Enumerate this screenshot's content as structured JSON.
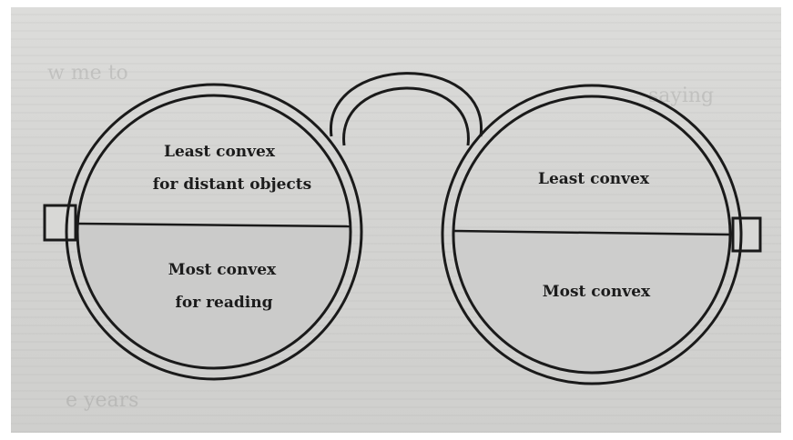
{
  "left_lens": {
    "upper_label": [
      "Least convex",
      "for distant objects"
    ],
    "lower_label": [
      "Most convex",
      "for reading"
    ]
  },
  "right_lens": {
    "upper_label": "Least convex",
    "lower_label": "Most convex"
  },
  "colors": {
    "background": "#d6d6d4",
    "ink": "#1c1c1c",
    "lens_lower_tint": "#cacaca"
  }
}
